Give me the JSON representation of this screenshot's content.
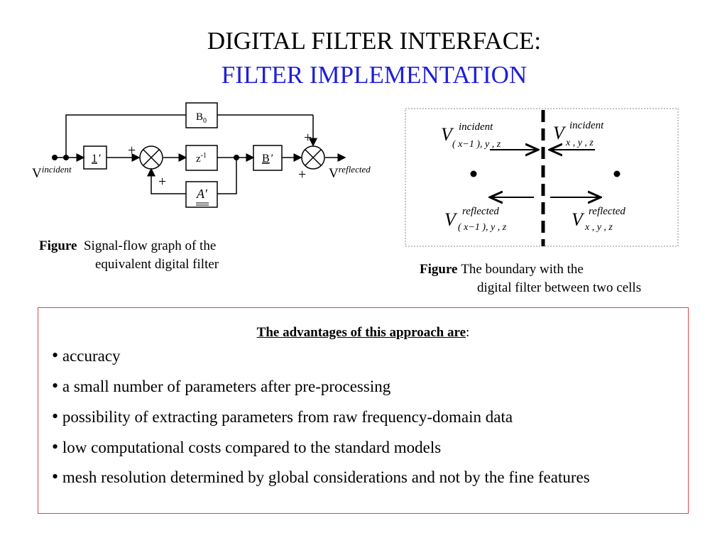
{
  "title": {
    "line1": "DIGITAL FILTER INTERFACE:",
    "line2": "FILTER IMPLEMENTATION"
  },
  "colors": {
    "title_line2": "#1f1fd8",
    "box_border": "#e0454a"
  },
  "left_diagram": {
    "block_b0": "B",
    "block_b0_sub": "0",
    "block_one": "1",
    "block_one_prime": "′",
    "block_z": "z",
    "block_z_sup": "-1",
    "block_b": "B",
    "block_b_prime": "′",
    "block_a": "A′",
    "plus": "+",
    "v_symbol": "V",
    "v_in_sup": "incident",
    "v_out_sup": "reflected"
  },
  "left_caption": {
    "bold": "Figure",
    "line1": "Signal-flow graph of the",
    "line2": "equivalent digital filter"
  },
  "right_diagram": {
    "v": "V",
    "sup_incident": "incident",
    "sup_reflected": "reflected",
    "sub_left": "( x−1 ), y , z",
    "sub_right": "x , y , z",
    "dot": "•"
  },
  "right_caption": {
    "bold": "Figure",
    "line1": "The boundary with the",
    "line2": "digital filter between two cells"
  },
  "advantages": {
    "heading": "The advantages of this approach are",
    "heading_colon": ":",
    "items": [
      "accuracy",
      "a small number of parameters after pre-processing",
      "possibility of extracting parameters from raw frequency-domain data",
      "low computational costs compared to the standard models",
      "mesh resolution determined by global considerations and not by the fine features"
    ]
  }
}
